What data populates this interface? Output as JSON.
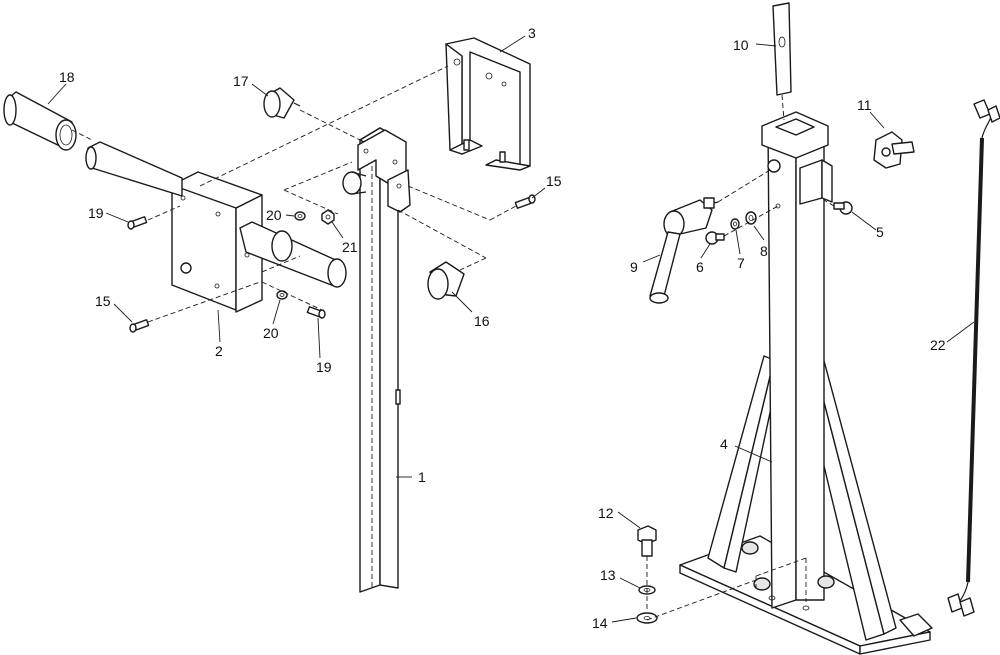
{
  "diagram": {
    "callouts": [
      {
        "id": "c1",
        "text": "1"
      },
      {
        "id": "c2",
        "text": "2"
      },
      {
        "id": "c3",
        "text": "3"
      },
      {
        "id": "c4",
        "text": "4"
      },
      {
        "id": "c5",
        "text": "5"
      },
      {
        "id": "c6",
        "text": "6"
      },
      {
        "id": "c7",
        "text": "7"
      },
      {
        "id": "c8",
        "text": "8"
      },
      {
        "id": "c9",
        "text": "9"
      },
      {
        "id": "c10",
        "text": "10"
      },
      {
        "id": "c11",
        "text": "11"
      },
      {
        "id": "c12",
        "text": "12"
      },
      {
        "id": "c13",
        "text": "13"
      },
      {
        "id": "c14",
        "text": "14"
      },
      {
        "id": "c15a",
        "text": "15"
      },
      {
        "id": "c15b",
        "text": "15"
      },
      {
        "id": "c16",
        "text": "16"
      },
      {
        "id": "c17",
        "text": "17"
      },
      {
        "id": "c18",
        "text": "18"
      },
      {
        "id": "c19a",
        "text": "19"
      },
      {
        "id": "c19b",
        "text": "19"
      },
      {
        "id": "c20a",
        "text": "20"
      },
      {
        "id": "c20b",
        "text": "20"
      },
      {
        "id": "c21",
        "text": "21"
      },
      {
        "id": "c22",
        "text": "22"
      }
    ]
  }
}
